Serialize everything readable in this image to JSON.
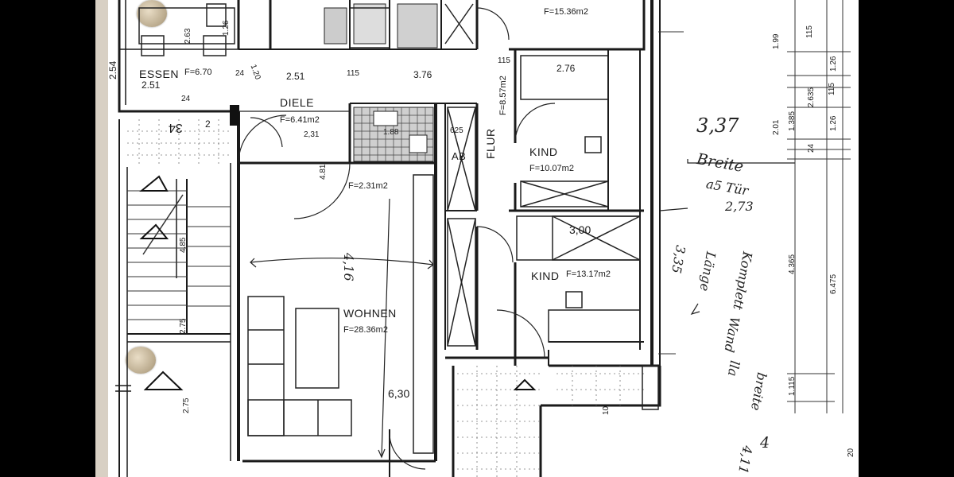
{
  "rooms": {
    "essen": {
      "name": "ESSEN",
      "area": "F=6.70",
      "dim": "2.51"
    },
    "diele": {
      "name": "DIELE",
      "area": "F=6.41m2",
      "dim": "2.51"
    },
    "flur": {
      "name": "FLUR",
      "area": "F=8.57m2",
      "dim": "3.76"
    },
    "kind1": {
      "name": "KIND",
      "area": "F=10.07m2",
      "dim": "2.76"
    },
    "kind2": {
      "name": "KIND",
      "area": "F=13.17m2",
      "dim": "3,00"
    },
    "wohnen": {
      "name": "WOHNEN",
      "area": "F=28.36m2",
      "dim_h": "4,16",
      "dim_v": "6,30"
    },
    "ab": {
      "name": "AB",
      "dim": "625"
    },
    "bad": {
      "dim": "1.88",
      "area": "F=2.31m2"
    },
    "top_room": {
      "area": "F=15.36m2"
    },
    "kitchen": {
      "dim1": "2.63",
      "dim2": "1.26"
    }
  },
  "dimensions": {
    "left_254": "2.54",
    "essen_24": "24",
    "essen_120": "1.20",
    "diele_115": "115",
    "flur_115": "115",
    "diele_231": "2,31",
    "diele_481": "4.81",
    "stair_485": "4.85",
    "stair_275a": "2.75",
    "stair_275b": "2.75",
    "wall_24a": "24",
    "label_34": "34",
    "label_2": "2",
    "bottom_10": "10"
  },
  "right_dims": {
    "d199": "1.99",
    "d115a": "115",
    "d126a": "1.26",
    "d2635": "2.635",
    "d1385": "1.385",
    "d115b": "115",
    "d201": "2.01",
    "d126b": "1.26",
    "d24": "24",
    "d4365": "4.365",
    "d6475": "6.475",
    "d1115": "1.115",
    "d20": "20"
  },
  "annotations": {
    "n337": "3,37",
    "breite": "Breite",
    "astur": "a5 Tür",
    "n273": "2,73",
    "n335": "3,35",
    "lange": "Länge",
    "komplett": "Komplett",
    "wand": "Wand",
    "lla": "lla",
    "breite2": "breite",
    "n4": "4",
    "n411": "4,11"
  }
}
